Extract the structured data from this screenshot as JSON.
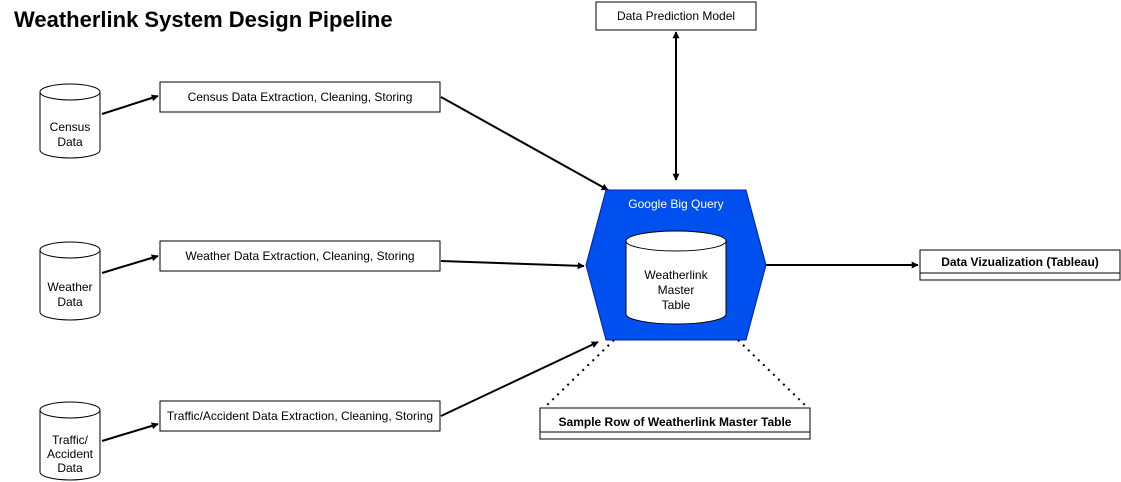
{
  "title": "Weatherlink System Design Pipeline",
  "sources": {
    "census": [
      "Census",
      "Data"
    ],
    "weather": [
      "Weather",
      "Data"
    ],
    "traffic": [
      "Traffic/",
      "Accident",
      "Data"
    ]
  },
  "processes": {
    "census": "Census Data Extraction, Cleaning, Storing",
    "weather": "Weather Data Extraction, Cleaning, Storing",
    "traffic": "Traffic/Accident Data Extraction, Cleaning, Storing"
  },
  "hub": {
    "label": "Google Big Query",
    "fill": "#0050ef",
    "table": [
      "Weatherlink",
      "Master",
      "Table"
    ]
  },
  "prediction": "Data Prediction Model",
  "visualization": "Data Vizualization (Tableau)",
  "sample_row": "Sample Row of Weatherlink Master Table"
}
